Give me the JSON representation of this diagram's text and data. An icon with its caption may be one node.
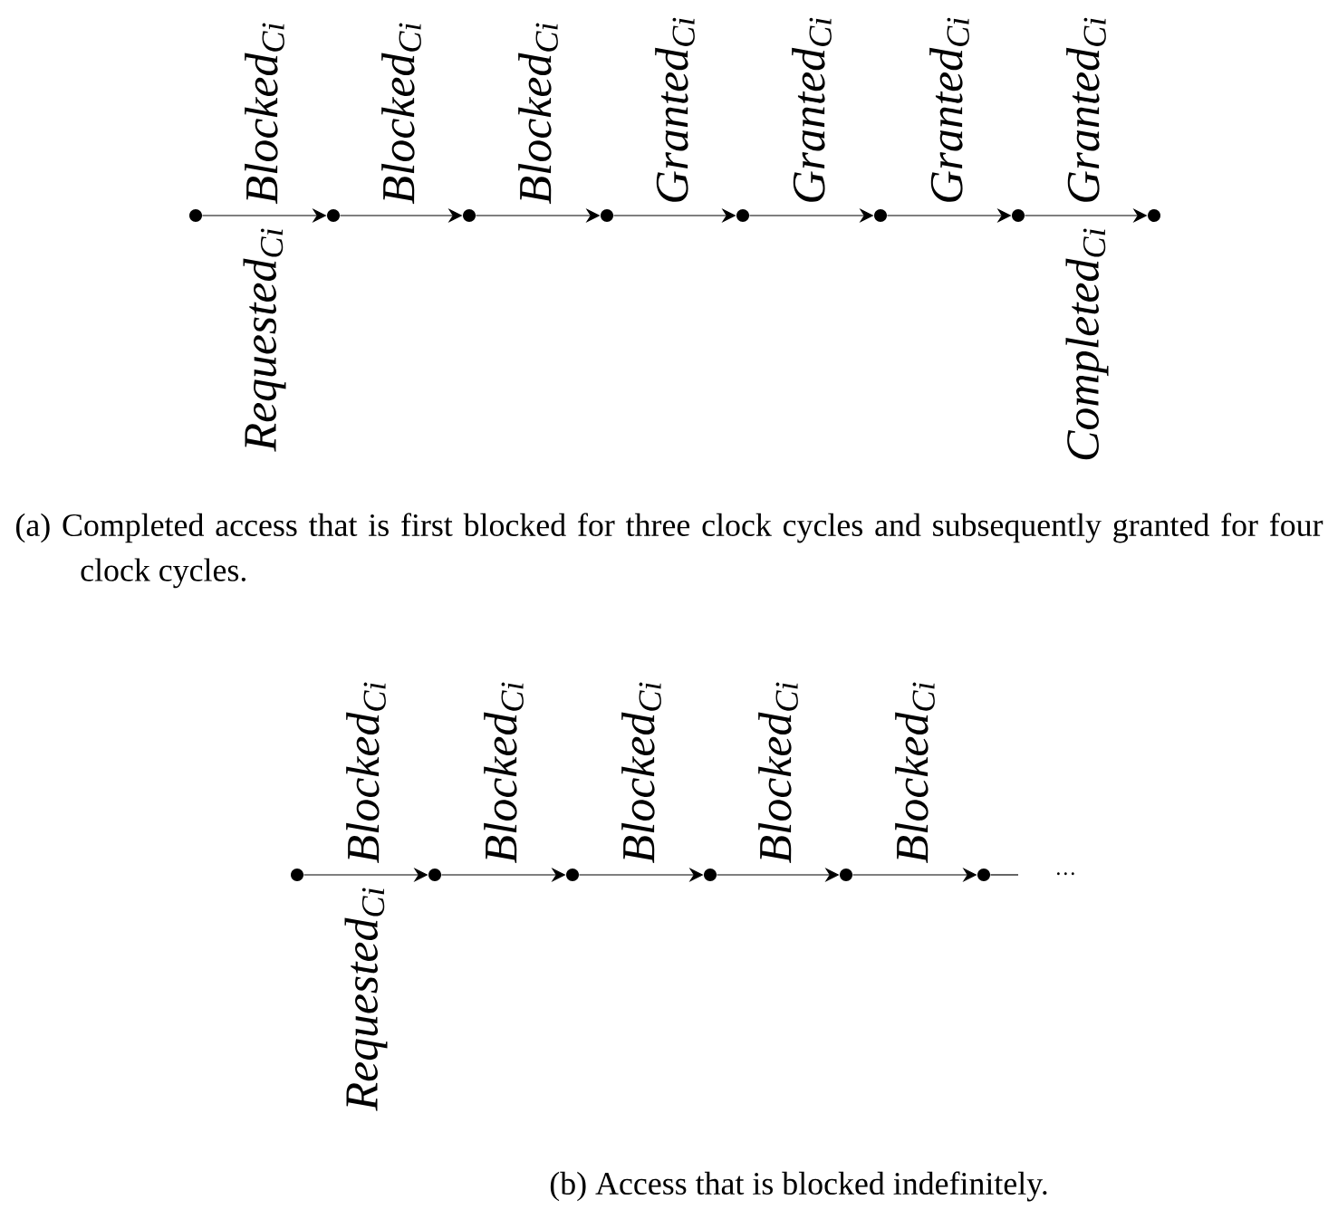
{
  "diagram": {
    "nodes": [
      {
        "text": [],
        "shape": "circle"
      },
      {
        "text": [],
        "shape": "circle"
      },
      {
        "text": [],
        "shape": "circle"
      },
      {
        "text": [],
        "shape": "circle"
      },
      {
        "text": [],
        "shape": "circle"
      },
      {
        "text": [],
        "shape": "circle"
      },
      {
        "text": [],
        "shape": "circle"
      },
      {
        "text": [],
        "shape": "circle"
      },
      {
        "text": [],
        "shape": "circle"
      },
      {
        "text": [],
        "shape": "circle"
      },
      {
        "text": [],
        "shape": "circle"
      },
      {
        "text": [],
        "shape": "circle"
      },
      {
        "text": [],
        "shape": "circle"
      },
      {
        "text": [],
        "shape": "circle"
      }
    ],
    "edges": [
      {
        "from": 0,
        "to": 1,
        "arrow": "to",
        "label": "Blocked$_{Ci}$"
      },
      {
        "from": 1,
        "to": 2,
        "arrow": "to",
        "label": "Blocked$_{Ci}$"
      },
      {
        "from": 2,
        "to": 3,
        "arrow": "to",
        "label": "Blocked$_{Ci}$"
      },
      {
        "from": 3,
        "to": 4,
        "arrow": "to",
        "label": "Granted$_{Ci}$"
      },
      {
        "from": 4,
        "to": 5,
        "arrow": "to",
        "label": "Granted$_{Ci}$"
      },
      {
        "from": 5,
        "to": 6,
        "arrow": "to",
        "label": "Granted$_{Ci}$"
      },
      {
        "from": 6,
        "to": 7,
        "arrow": "to",
        "label": "Granted$_{Ci}$"
      },
      {
        "from": 8,
        "to": 9,
        "arrow": "to",
        "label": "Blocked$_{Ci}$"
      },
      {
        "from": 9,
        "to": 10,
        "arrow": "to",
        "label": "Blocked$_{Ci}$"
      },
      {
        "from": 10,
        "to": 11,
        "arrow": "to",
        "label": "Blocked$_{Ci}$"
      },
      {
        "from": 11,
        "to": 12,
        "arrow": "to",
        "label": "Blocked$_{Ci}$"
      },
      {
        "from": 12,
        "to": 13,
        "arrow": "to",
        "label": "Blocked$_{Ci}$"
      },
      {
        "from": 13,
        "to": null,
        "arrow": "none"
      }
    ],
    "labels": [
      "Requested$_{Ci}$",
      "Completed$_{Ci}$",
      "(a) Completed access that is first blocked for three clock cycles and subsequently granted for four clock cycles.",
      "Requested$_{Ci}$",
      "···",
      "(b) Access that is blocked indefinitely."
    ]
  }
}
